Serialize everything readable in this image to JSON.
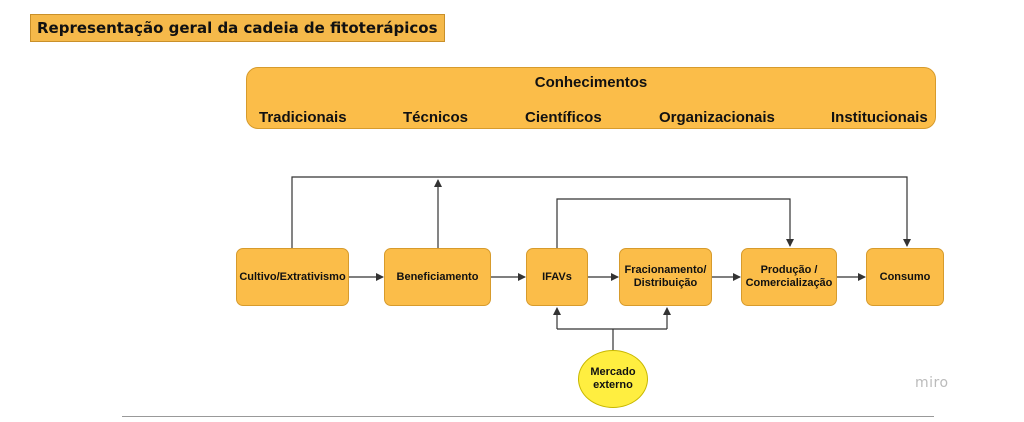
{
  "title": "Representação geral da cadeia de fitoterápicos",
  "knowledge": {
    "heading": "Conhecimentos",
    "items": [
      "Tradicionais",
      "Técnicos",
      "Científicos",
      "Organizacionais",
      "Institucionais"
    ]
  },
  "nodes": {
    "cultivo": "Cultivo/Extrativismo",
    "beneficiamento": "Beneficiamento",
    "ifavs": "IFAVs",
    "fracionamento": "Fracionamento/\nDistribuição",
    "producao": "Produção /\nComercialização",
    "consumo": "Consumo"
  },
  "mercado": "Mercado\nexterno",
  "watermark": "miro",
  "colors": {
    "node_fill": "#fbbd49",
    "node_border": "#d79b2c",
    "mercado_fill": "#ffee40",
    "title_fill": "#f5b94a"
  }
}
